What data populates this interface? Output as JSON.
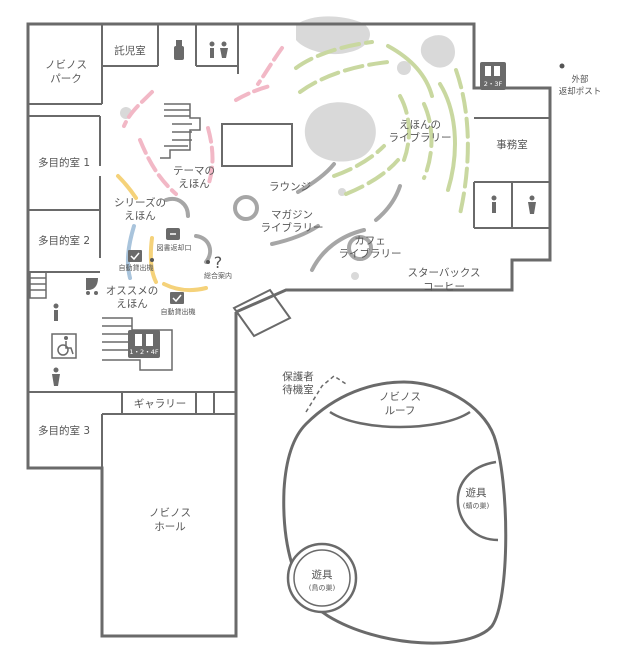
{
  "floor_map": {
    "rooms": {
      "nobinos_park": [
        "ノビノス",
        "パーク"
      ],
      "nursery": "託児室",
      "multi_1": "多目的室 1",
      "multi_2": "多目的室 2",
      "multi_3": "多目的室 3",
      "gallery": "ギャラリー",
      "hall": [
        "ノビノス",
        "ホール"
      ],
      "office": "事務室",
      "starbucks": [
        "スターバックス",
        "コーヒー"
      ]
    },
    "zones": {
      "theme_books": [
        "テーマの",
        "えほん"
      ],
      "series_books": [
        "シリーズの",
        "えほん"
      ],
      "recommended_books": [
        "オススメの",
        "えほん"
      ],
      "lounge": "ラウンジ",
      "magazine_library": [
        "マガジン",
        "ライブラリー"
      ],
      "picture_book_library": [
        "えほんの",
        "ライブラリー"
      ],
      "cafe_library": [
        "カフェ",
        "ライブラリー"
      ]
    },
    "services": {
      "return_desk": "図書返却口",
      "info_desk": "総合案内",
      "self_checkout_1": "自動貸出機",
      "self_checkout_2": "自動貸出機",
      "external_return_post": [
        "外部",
        "返却ポスト"
      ]
    },
    "elevators": {
      "main": "1・2・4F",
      "east": "2・3F"
    },
    "outdoor": {
      "waiting_room": [
        "保護者",
        "待機室"
      ],
      "roof": [
        "ノビノス",
        "ルーフ"
      ],
      "play_large": [
        "遊具",
        "(鳥の巣)"
      ],
      "play_small": [
        "遊具",
        "(蜻の巣)"
      ]
    },
    "colors": {
      "wall": "#6a6a6a",
      "floor_blob": "#d9d9d9",
      "pink_arc": "#f2b8c6",
      "green_arc": "#c9d8a0",
      "gray_arc": "#a6a6a6",
      "blue_arc": "#a9c4dc",
      "yellow_arc": "#f5d27a",
      "icon_fill": "#6a6a6a"
    }
  }
}
